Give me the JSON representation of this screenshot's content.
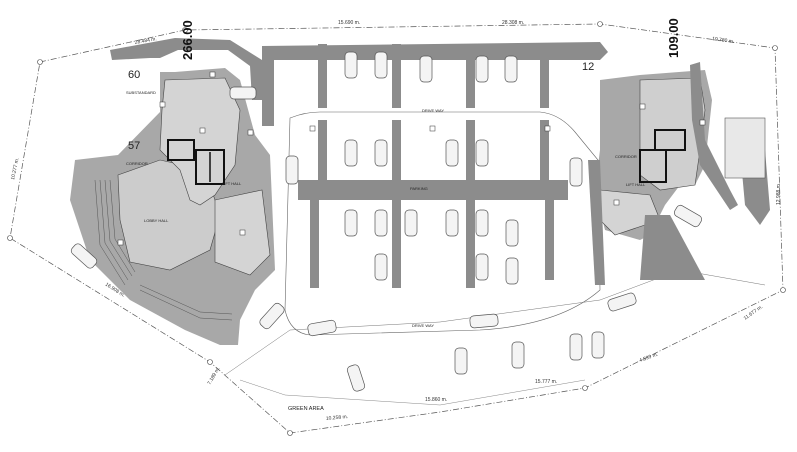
{
  "elevations": {
    "west": "266.00",
    "east": "109.00"
  },
  "plot_numbers": {
    "n60": "60",
    "n57": "57",
    "n12": "12"
  },
  "dimensions": {
    "d1": "28.484 m.",
    "d2": "15.690 m.",
    "d3": "28.308 m.",
    "d4": "19.780 m.",
    "d5": "10.277 m.",
    "d6": "12.988 m.",
    "d7": "16.908 m.",
    "d8": "7.189 m.",
    "d9": "11.677 m.",
    "d10": "4.539 m.",
    "d11": "15.777 m.",
    "d12": "15.860 m.",
    "d13": "10.258 m."
  },
  "labels": {
    "green_area": "GREEN AREA",
    "drive_way_top": "DRIVE WAY",
    "drive_way_bottom": "DRIVE WAY",
    "lobby_hall": "LOBBY HALL",
    "lift_hall_w": "LIFT HALL",
    "lift_hall_e": "LIFT HALL",
    "corridor_w": "CORRIDOR",
    "corridor_e": "CORRIDOR",
    "substandard": "SUBSTANDARD",
    "parking": "PARKING"
  },
  "colors": {
    "building": "#c9c9c9",
    "road": "#8c8c8c",
    "line": "#333333"
  }
}
